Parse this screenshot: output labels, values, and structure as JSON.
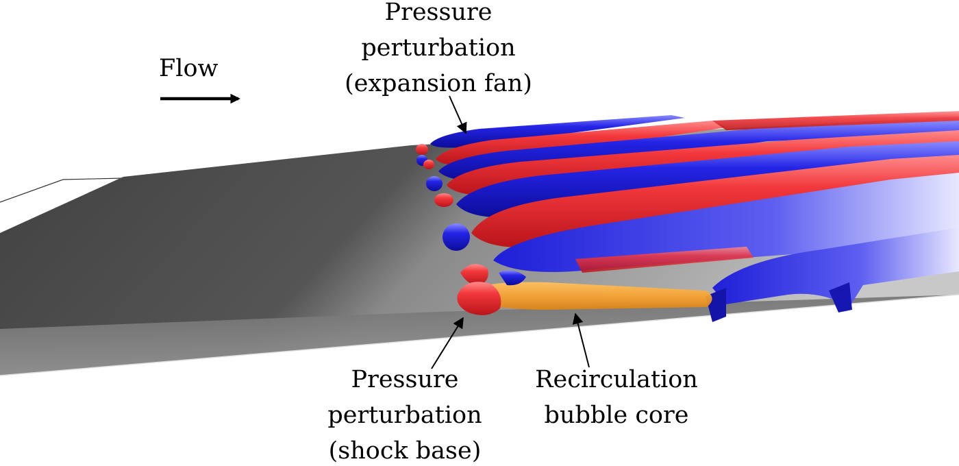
{
  "flow": {
    "label": "Flow"
  },
  "labels": {
    "expansion_fan": [
      "Pressure",
      "perturbation",
      "(expansion fan)"
    ],
    "shock_base": [
      "Pressure",
      "perturbation",
      "(shock base)"
    ],
    "bubble_core": [
      "Recirculation",
      "bubble core"
    ]
  },
  "colors": {
    "positive_perturbation": "#e8252b",
    "negative_perturbation": "#1a1adb",
    "recirculation_bubble": "#f5a232",
    "wall": "#5a5a5a"
  }
}
